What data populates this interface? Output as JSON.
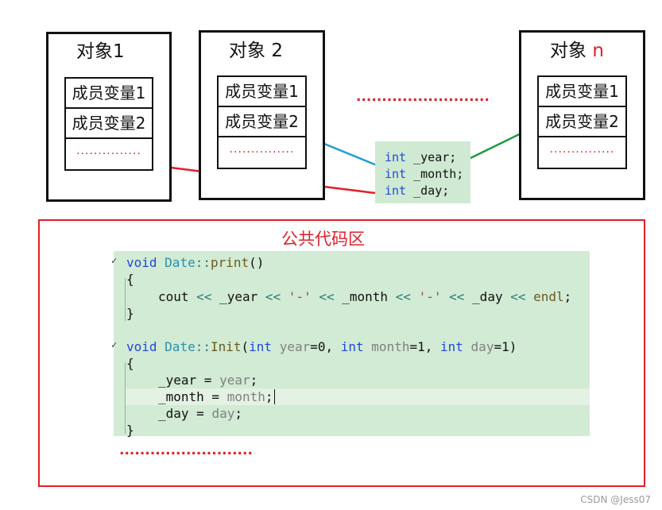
{
  "objects": [
    {
      "title": "对象1",
      "title_suffix": "",
      "members": [
        "成员变量1",
        "成员变量2",
        "..............."
      ]
    },
    {
      "title": "对象",
      "title_suffix": "2",
      "members": [
        "成员变量1",
        "成员变量2",
        "..............."
      ]
    },
    {
      "title": "对象",
      "title_suffix": "n",
      "members": [
        "成员变量1",
        "成员变量2",
        "..............."
      ]
    }
  ],
  "ellipsis_top": "..........................",
  "declarations": {
    "lines": [
      {
        "kw": "int",
        "name": " _year;"
      },
      {
        "kw": "int",
        "name": " _month;"
      },
      {
        "kw": "int",
        "name": " _day;"
      }
    ]
  },
  "code_region": {
    "title": "公共代码区",
    "ellipsis_bottom": "..........................",
    "print_signature": {
      "void": "void",
      "cls": "Date",
      "sep": "::",
      "fn": "print",
      "args": "()"
    },
    "open_brace": "{",
    "close_brace": "}",
    "print_body": {
      "cout": "cout",
      "op": "<<",
      "year": "_year",
      "dash": "'-'",
      "month": "_month",
      "day": "_day",
      "endl": "endl",
      "end": ";"
    },
    "init_signature": {
      "void": "void",
      "cls": "Date",
      "sep": "::",
      "fn": "Init",
      "open": "(",
      "t1": "int",
      "p1": "year",
      "d1": "=0, ",
      "t2": "int",
      "p2": "month",
      "d2": "=1, ",
      "t3": "int",
      "p3": "day",
      "d3": "=1)"
    },
    "init_body": [
      {
        "lhs": "_year",
        "eq": " = ",
        "rhs": "year",
        "end": ";"
      },
      {
        "lhs": "_month",
        "eq": " = ",
        "rhs": "month",
        "end": ";"
      },
      {
        "lhs": "_day",
        "eq": " = ",
        "rhs": "day",
        "end": ";"
      }
    ]
  },
  "colors": {
    "red": "#e0202a",
    "blue_link": "#1e9bd7",
    "green_link": "#1e9b3c",
    "code_bg": "#d2ebd4"
  },
  "watermark": "CSDN @Jess07"
}
